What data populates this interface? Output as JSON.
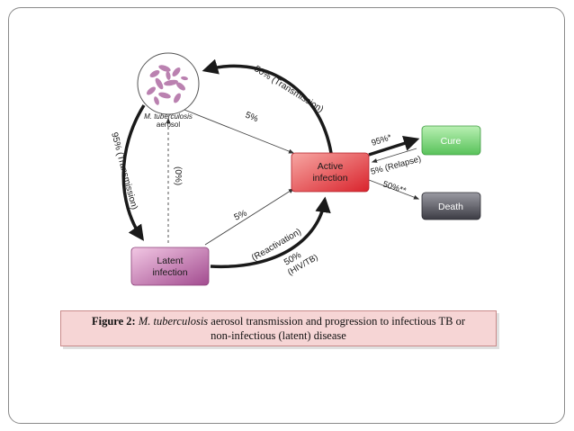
{
  "nodes": {
    "mtb": {
      "label_line1": "M. tuberculosis",
      "label_line2": "aerosol"
    },
    "active": {
      "line1": "Active",
      "line2": "infection"
    },
    "latent": {
      "line1": "Latent",
      "line2": "infection"
    },
    "cure": {
      "label": "Cure"
    },
    "death": {
      "label": "Death"
    }
  },
  "edges": {
    "transmission_top": "50% (Transmission)",
    "mtb_to_active": "5%",
    "mtb_to_latent": "95% (Transmission)",
    "latent_to_mtb": "(0%)",
    "latent_to_active_top": "5%",
    "reactivation_line1": "(Reactivation)",
    "reactivation_line2": "50%",
    "reactivation_line3": "(HIV/TB)",
    "to_cure": "95%*",
    "relapse": "5% (Relapse)",
    "to_death": "50%**"
  },
  "caption": {
    "label": "Figure 2:",
    "species": "M. tuberculosis",
    "text_a": "aerosol transmission and progression to infectious TB or",
    "text_b": "non-infectious (latent) disease"
  },
  "colors": {
    "active": "#e8474f",
    "latent": "#b85aa0",
    "cure": "#6ccf6a",
    "death": "#5e5e66"
  }
}
